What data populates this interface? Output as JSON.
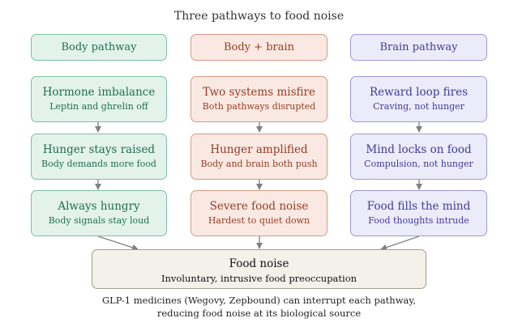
{
  "title": "Three pathways to food noise",
  "columns": {
    "body": {
      "header": "Body pathway",
      "steps": [
        {
          "title": "Hormone imbalance",
          "subtitle": "Leptin and ghrelin off"
        },
        {
          "title": "Hunger stays raised",
          "subtitle": "Body demands more food"
        },
        {
          "title": "Always hungry",
          "subtitle": "Body signals stay loud"
        }
      ]
    },
    "both": {
      "header": "Body + brain",
      "steps": [
        {
          "title": "Two systems misfire",
          "subtitle": "Both pathways disrupted"
        },
        {
          "title": "Hunger amplified",
          "subtitle": "Body and brain both push"
        },
        {
          "title": "Severe food noise",
          "subtitle": "Hardest to quiet down"
        }
      ]
    },
    "brain": {
      "header": "Brain pathway",
      "steps": [
        {
          "title": "Reward loop fires",
          "subtitle": "Craving, not hunger"
        },
        {
          "title": "Mind locks on food",
          "subtitle": "Compulsion, not hunger"
        },
        {
          "title": "Food fills the mind",
          "subtitle": "Food thoughts intrude"
        }
      ]
    }
  },
  "final": {
    "title": "Food noise",
    "subtitle": "Involuntary, intrusive food preoccupation"
  },
  "footer": {
    "line1": "GLP-1 medicines (Wegovy, Zepbound) can interrupt each pathway,",
    "line2": "reducing food noise at its biological source"
  },
  "colors": {
    "body": "#e3f3ec",
    "both": "#fae9e3",
    "brain": "#ebebfa",
    "final": "#f3f1ea",
    "arrow": "#808080"
  }
}
